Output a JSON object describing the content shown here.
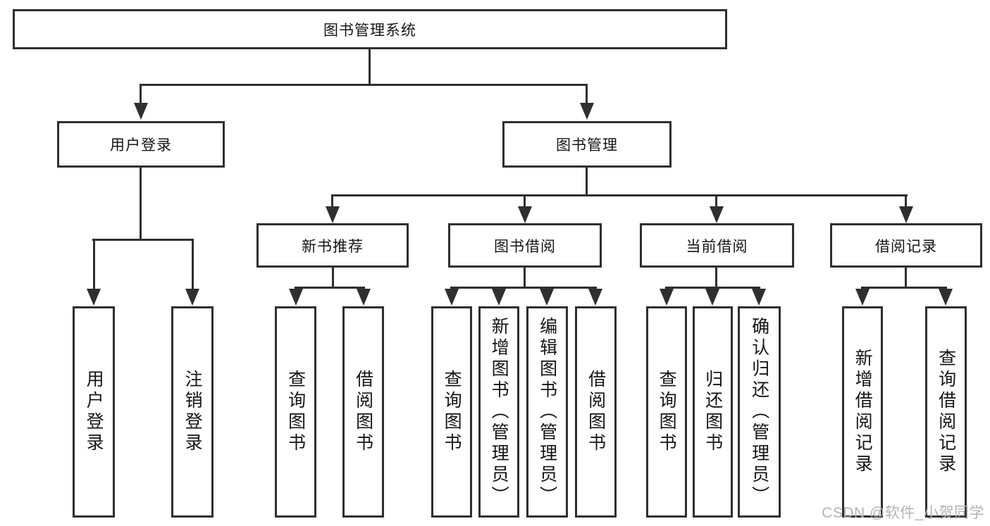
{
  "diagram": {
    "root": {
      "label": "图书管理系统"
    },
    "level2": [
      {
        "id": "user-login",
        "label": "用户登录"
      },
      {
        "id": "book-management",
        "label": "图书管理"
      }
    ],
    "level3": [
      {
        "id": "new-book-recommend",
        "label": "新书推荐"
      },
      {
        "id": "book-borrowing",
        "label": "图书借阅"
      },
      {
        "id": "current-borrowing",
        "label": "当前借阅"
      },
      {
        "id": "borrowing-records",
        "label": "借阅记录"
      }
    ],
    "leaves": {
      "user_login": [
        "用户登录",
        "注销登录"
      ],
      "new_book_recommend": [
        "查询图书",
        "借阅图书"
      ],
      "book_borrowing": [
        "查询图书",
        "新增图书（管理员）",
        "编辑图书（管理员）",
        "借阅图书"
      ],
      "current_borrowing": [
        "查询图书",
        "归还图书",
        "确认归还（管理员）"
      ],
      "borrowing_records": [
        "新增借阅记录",
        "查询借阅记录"
      ]
    }
  },
  "watermark": {
    "text": "CSDN @软件_小贺同学"
  },
  "colors": {
    "line": "#2f2f2f",
    "text": "#151515",
    "watermark": "#b3b3b3",
    "background": "#ffffff"
  }
}
